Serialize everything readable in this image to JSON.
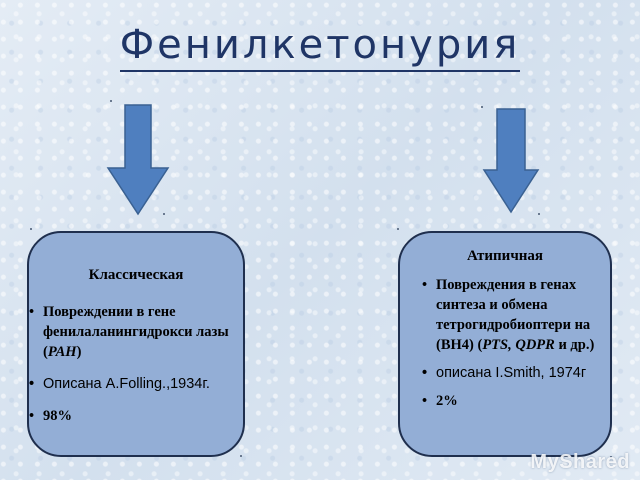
{
  "title": "Фенилкетонурия",
  "colors": {
    "arrow_fill": "#4f7fbf",
    "arrow_stroke": "#3a6192",
    "box_fill": "#93aed6",
    "box_border": "#1f2f4e",
    "title": "#1f3566"
  },
  "left_box": {
    "heading": "Классическая",
    "item1_text": "Повреждении в гене фенилаланингидрокси лазы (",
    "item1_italic": "PAH",
    "item1_close": ")",
    "item2": "Описана A.Folling.,1934г.",
    "item3": "98%"
  },
  "right_box": {
    "heading": "Атипичная",
    "item1_text": "Повреждения в генах синтеза и обмена тетрогидробиоптери на (BH4) (",
    "item1_italic": "PTS, QDPR",
    "item1_close": " и др.)",
    "item2": "описана I.Smith, 1974г",
    "item3": "2%"
  },
  "watermark": "MyShared"
}
